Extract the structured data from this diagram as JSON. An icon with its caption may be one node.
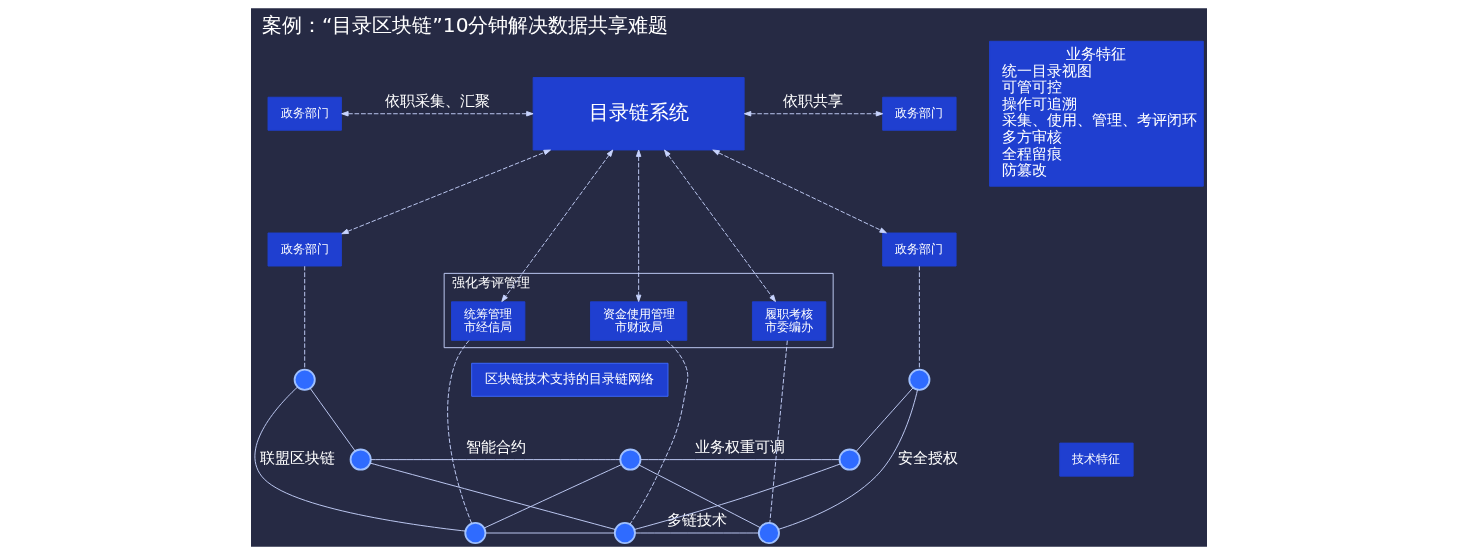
{
  "diagram": {
    "title": "案例：“目录区块链”10分钟解决数据共享难题",
    "nodes": [
      {
        "text": [
          "政务部门"
        ]
      },
      {
        "text": [
          "政务部门"
        ]
      },
      {
        "text": [
          "目录链系统"
        ]
      },
      {
        "text": [
          "政务部门"
        ]
      },
      {
        "text": [
          "政务部门"
        ]
      },
      {
        "text": [
          "强化考评管理"
        ]
      },
      {
        "text": [
          "统筹管理",
          "市经信局"
        ],
        "in": 5
      },
      {
        "text": [
          "资金使用管理",
          "市财政局"
        ],
        "in": 5
      },
      {
        "text": [
          "履职考核",
          "市委编办"
        ],
        "in": 5
      },
      {
        "text": [],
        "shape": "circle"
      },
      {
        "text": [],
        "shape": "circle"
      },
      {
        "text": [],
        "shape": "circle"
      },
      {
        "text": [],
        "shape": "circle"
      },
      {
        "text": [],
        "shape": "circle"
      },
      {
        "text": [],
        "shape": "circle"
      },
      {
        "text": [],
        "shape": "circle"
      },
      {
        "text": [],
        "shape": "circle"
      },
      {
        "text": [
          "区块链技术支持的目录链网络"
        ]
      },
      {
        "text": [
          "业务特征",
          "统一目录视图",
          "可管可控",
          "操作可追溯",
          "采集、使用、管理、考评闭环",
          "多方审核",
          "全程留痕",
          "防篡改"
        ]
      },
      {
        "text": [
          "技术特征"
        ]
      }
    ],
    "edges": [
      {
        "from": 0,
        "to": 2,
        "arrow": "both",
        "style": "dashed",
        "label": "依职采集、汇聚"
      },
      {
        "from": 1,
        "to": 2,
        "arrow": "both",
        "style": "dashed"
      },
      {
        "from": 2,
        "to": 3,
        "arrow": "both",
        "style": "dashed",
        "label": "依职共享"
      },
      {
        "from": 2,
        "to": 4,
        "arrow": "both",
        "style": "dashed"
      },
      {
        "from": 2,
        "to": 6,
        "arrow": "both",
        "style": "dashed"
      },
      {
        "from": 2,
        "to": 7,
        "arrow": "both",
        "style": "dashed"
      },
      {
        "from": 2,
        "to": 8,
        "arrow": "both",
        "style": "dashed"
      },
      {
        "from": 1,
        "to": 9,
        "arrow": "none",
        "style": "dashed"
      },
      {
        "from": 6,
        "to": 11,
        "arrow": "none",
        "style": "dashed"
      },
      {
        "from": 7,
        "to": 12,
        "arrow": "none",
        "style": "dashed"
      },
      {
        "from": 8,
        "to": 14,
        "arrow": "none",
        "style": "dashed"
      },
      {
        "from": 4,
        "to": 16,
        "arrow": "none",
        "style": "dashed"
      },
      {
        "from": 9,
        "to": 11,
        "arrow": "none",
        "label": "联盟区块链"
      },
      {
        "from": 9,
        "to": 10,
        "arrow": "none"
      },
      {
        "from": 11,
        "to": 12,
        "arrow": "none"
      },
      {
        "from": 12,
        "to": 14,
        "arrow": "none",
        "label": "多链技术"
      },
      {
        "from": 14,
        "to": 16,
        "arrow": "none",
        "label": "安全授权"
      },
      {
        "from": 10,
        "to": 13,
        "arrow": "none",
        "label": "智能合约"
      },
      {
        "from": 13,
        "to": 15,
        "arrow": "none",
        "label": "业务权重可调"
      },
      {
        "from": 15,
        "to": 16,
        "arrow": "none"
      },
      {
        "from": 11,
        "to": 13,
        "arrow": "none"
      },
      {
        "from": 10,
        "to": 12,
        "arrow": "none"
      },
      {
        "from": 12,
        "to": 15,
        "arrow": "none"
      },
      {
        "from": 14,
        "to": 13,
        "arrow": "none"
      }
    ]
  }
}
